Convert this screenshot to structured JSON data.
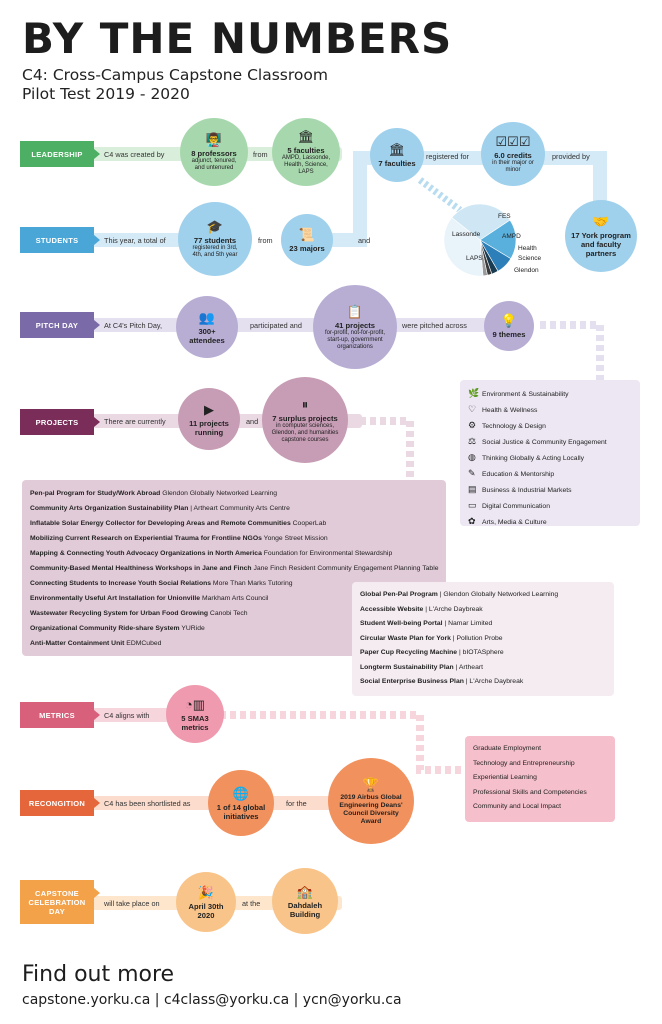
{
  "title": "BY THE NUMBERS",
  "subtitle": [
    "C4: Cross-Campus Capstone Classroom",
    "Pilot Test 2019 - 2020"
  ],
  "colors": {
    "leadership": "#4caf63",
    "students": "#4aa6d6",
    "pitch": "#7a6aa8",
    "projects": "#7a2d58",
    "metrics": "#d9607a",
    "recognition": "#e5663a",
    "capstone": "#f4a24a"
  },
  "leadership": {
    "label": "LEADERSHIP",
    "text1": "C4 was created by",
    "c1": {
      "title": "8 professors",
      "sub": "adjunct, tenured, and untenured",
      "icon": "professor-icon"
    },
    "text2": "from",
    "c2": {
      "title": "5 faculties",
      "sub": "AMPD, Lassonde, Health, Science, LAPS",
      "icon": "building-icon"
    }
  },
  "faculties": {
    "c": {
      "title": "7 faculties",
      "icon": "building-icon"
    },
    "text1": "registered for",
    "credits": {
      "title": "6.0 credits",
      "sub": "in their major or minor",
      "icon": "checklist-icon"
    },
    "text2": "provided by",
    "partners": {
      "title": "17 York program and faculty partners",
      "icon": "handshake-icon"
    }
  },
  "students": {
    "label": "STUDENTS",
    "text1": "This year, a total of",
    "c1": {
      "title": "77 students",
      "sub": "registered in 3rd, 4th, and 5th year",
      "icon": "student-icon"
    },
    "text2": "from",
    "c2": {
      "title": "23 majors",
      "icon": "certificate-icon"
    },
    "text3": "and"
  },
  "pie": {
    "slices": [
      {
        "name": "Lassonde",
        "value": 30,
        "color": "#cfe7f4"
      },
      {
        "name": "FES",
        "value": 18,
        "color": "#5ab0dc"
      },
      {
        "name": "AMPD",
        "value": 8,
        "color": "#2c7fb8"
      },
      {
        "name": "Health",
        "value": 3,
        "color": "#1a3c52"
      },
      {
        "name": "Science",
        "value": 2,
        "color": "#3a3a3a"
      },
      {
        "name": "Glendon",
        "value": 2,
        "color": "#9a9a9a"
      },
      {
        "name": "LAPS",
        "value": 37,
        "color": "#e8f3fa"
      }
    ]
  },
  "pitch": {
    "label": "PITCH DAY",
    "text1": "At C4's Pitch Day,",
    "c1": {
      "title": "300+ attendees",
      "icon": "people-icon"
    },
    "text2": "participated and",
    "c2": {
      "title": "41 projects",
      "sub": "for-profit, not-for-profit, start-up, government organizations",
      "icon": "clipboard-icon"
    },
    "text3": "were pitched across",
    "c3": {
      "title": "9 themes",
      "icon": "lightbulb-icon"
    }
  },
  "themes": [
    {
      "icon": "🌿",
      "name": "Environment & Sustainability"
    },
    {
      "icon": "♡",
      "name": "Health & Wellness"
    },
    {
      "icon": "⚙",
      "name": "Technology & Design"
    },
    {
      "icon": "⚖",
      "name": "Social Justice & Community Engagement"
    },
    {
      "icon": "◍",
      "name": "Thinking Globally & Acting Locally"
    },
    {
      "icon": "✎",
      "name": "Education & Mentorship"
    },
    {
      "icon": "▤",
      "name": "Business & Industrial Markets"
    },
    {
      "icon": "▭",
      "name": "Digital Communication"
    },
    {
      "icon": "✿",
      "name": "Arts, Media & Culture"
    }
  ],
  "projects": {
    "label": "PROJECTS",
    "text1": "There are currently",
    "c1": {
      "title": "11 projects running",
      "icon": "play-icon"
    },
    "text2": "and",
    "c2": {
      "title": "7 surplus projects",
      "sub": "in computer sciences, Glendon, and humanities capstone courses",
      "icon": "pause-icon"
    }
  },
  "running_projects": [
    {
      "b": "Pen-pal Program for Study/Work Abroad",
      "r": "Glendon Globally Networked Learning"
    },
    {
      "b": "Community Arts Organization Sustainability Plan",
      "r": "| Artheart Community Arts Centre"
    },
    {
      "b": "Inflatable Solar Energy Collector for Developing Areas and Remote Communities",
      "r": "CooperLab"
    },
    {
      "b": "Mobilizing Current Research on Experiential Trauma for Frontline NGOs",
      "r": "Yonge Street Mission"
    },
    {
      "b": "Mapping & Connecting Youth Advocacy Organizations in North America",
      "r": "Foundation for Environmental Stewardship"
    },
    {
      "b": "Community-Based Mental Healthiness Workshops in Jane and Finch",
      "r": "Jane Finch Resident Community Engagement Planning Table"
    },
    {
      "b": "Connecting Students to Increase Youth Social Relations",
      "r": "More Than Marks Tutoring"
    },
    {
      "b": "Environmentally Useful Art Installation for Unionville",
      "r": "Markham Arts Council"
    },
    {
      "b": "Wastewater Recycling System for Urban Food Growing",
      "r": "Canobi Tech"
    },
    {
      "b": "Organizational Community Ride-share System",
      "r": "YURide"
    },
    {
      "b": "Anti-Matter Containment Unit",
      "r": "EDMCubed"
    }
  ],
  "surplus_projects": [
    {
      "b": "Global Pen-Pal Program",
      "r": "| Glendon Globally Networked Learning"
    },
    {
      "b": "Accessible Website",
      "r": "| L'Arche Daybreak"
    },
    {
      "b": "Student Well-being Portal",
      "r": "| Namar Limited"
    },
    {
      "b": "Circular Waste Plan for York",
      "r": "| Pollution Probe"
    },
    {
      "b": "Paper Cup Recycling Machine",
      "r": "| bIOTASphere"
    },
    {
      "b": "Longterm Sustainability Plan",
      "r": "| Artheart"
    },
    {
      "b": "Social Enterprise Business Plan",
      "r": "| L'Arche Daybreak"
    }
  ],
  "metrics": {
    "label": "METRICS",
    "text1": "C4 aligns with",
    "c1": {
      "title": "5 SMA3 metrics",
      "icon": "chart-icon"
    },
    "items": [
      "Graduate Employment",
      "Technology and Entrepreneurship",
      "Experiential Learning",
      "Professional Skills and Competencies",
      "Community and Local Impact"
    ]
  },
  "recognition": {
    "label": "RECONGITION",
    "text1": "C4 has been shortlisted as",
    "c1": {
      "title": "1 of 14 global initiatives",
      "icon": "globe-icon"
    },
    "text2": "for the",
    "c2": {
      "title": "2019 Airbus Global Engineering Deans' Council Diversity Award",
      "icon": "trophy-icon"
    }
  },
  "capstone": {
    "label": "CAPSTONE CELEBRATION DAY",
    "text1": "will take place on",
    "c1": {
      "title": "April 30th 2020",
      "icon": "confetti-icon"
    },
    "text2": "at the",
    "c2": {
      "title": "Dahdaleh Building",
      "icon": "school-icon"
    }
  },
  "footer": {
    "title": "Find out more",
    "links": "capstone.yorku.ca | c4class@yorku.ca | ycn@yorku.ca"
  }
}
